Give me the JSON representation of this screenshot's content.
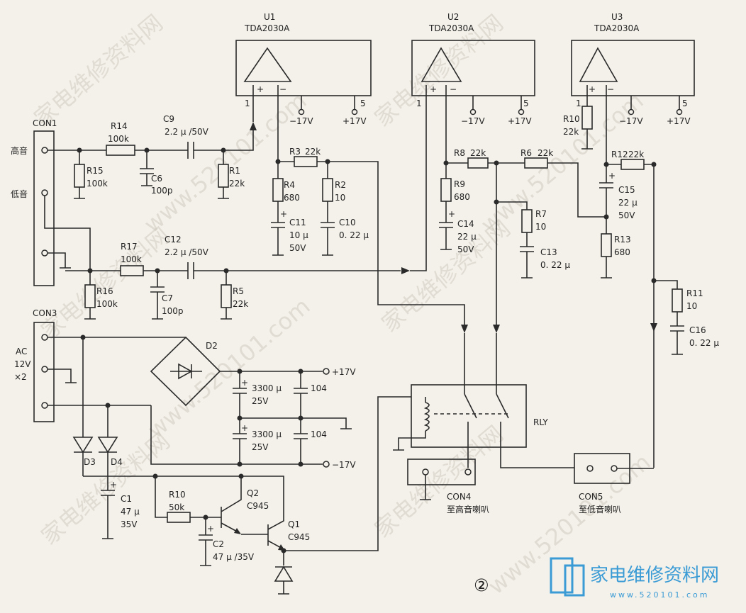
{
  "watermarks": {
    "site_cn": "家电维修资料网",
    "site_num": "www.520101.com"
  },
  "logo": {
    "title": "家电维修资料网",
    "url": "www.520101.com",
    "accent": "#3a9bd5"
  },
  "figure_number": "②",
  "amps": [
    {
      "ref": "U1",
      "part": "TDA2030A"
    },
    {
      "ref": "U2",
      "part": "TDA2030A"
    },
    {
      "ref": "U3",
      "part": "TDA2030A"
    }
  ],
  "pins": {
    "p1": "1",
    "p5": "5",
    "plus": "+",
    "minus": "−"
  },
  "rails": {
    "pos": "+17V",
    "neg": "−17V"
  },
  "connectors": {
    "con1": "CON1",
    "high": "高音",
    "low": "低音",
    "con3": "CON3",
    "ac1": "AC",
    "ac2": "12V",
    "ac3": "×2",
    "con4": "CON4",
    "con4_desc": "至高音喇叭",
    "con5": "CON5",
    "con5_desc": "至低音喇叭",
    "rly": "RLY"
  },
  "components": {
    "R14": "R14",
    "R14v": "100k",
    "R15": "R15",
    "R15v": "100k",
    "C6": "C6",
    "C6v": "100p",
    "C9": "C9",
    "C9v": "2.2 μ /50V",
    "R1": "R1",
    "R1v": "22k",
    "R3": "R3",
    "R3v": "22k",
    "R4": "R4",
    "R4v": "680",
    "R2": "R2",
    "R2v": "10",
    "C11": "C11",
    "C11v1": "10 μ",
    "C11v2": "50V",
    "C10": "C10",
    "C10v": "0. 22 μ",
    "R17": "R17",
    "R17v": "100k",
    "C12": "C12",
    "C12v": "2.2 μ /50V",
    "R16": "R16",
    "R16v": "100k",
    "C7": "C7",
    "C7v": "100p",
    "R5": "R5",
    "R5v": "22k",
    "R8": "R8",
    "R8v": "22k",
    "R6": "R6",
    "R6v": "22k",
    "R9": "R9",
    "R9v": "680",
    "C14": "C14",
    "C14v1": "22 μ",
    "C14v2": "50V",
    "R7": "R7",
    "R7v": "10",
    "C13": "C13",
    "C13v": "0. 22 μ",
    "R10a": "R10",
    "R10av": "22k",
    "R12": "R12",
    "R12v": "22k",
    "C15": "C15",
    "C15v1": "22 μ",
    "C15v2": "50V",
    "R13": "R13",
    "R13v": "680",
    "R11": "R11",
    "R11v": "10",
    "C16": "C16",
    "C16v": "0. 22 μ",
    "D2": "D2",
    "C3300a": "3300 μ",
    "C3300av": "25V",
    "C3300b": "3300 μ",
    "C3300bv": "25V",
    "C104a": "104",
    "C104b": "104",
    "D3": "D3",
    "D4": "D4",
    "C1": "C1",
    "C1v1": "47 μ",
    "C1v2": "35V",
    "R10b": "R10",
    "R10bv": "50k",
    "C2": "C2",
    "C2v": "47 μ /35V",
    "Q2": "Q2",
    "Q2v": "C945",
    "Q1": "Q1",
    "Q1v": "C945"
  }
}
